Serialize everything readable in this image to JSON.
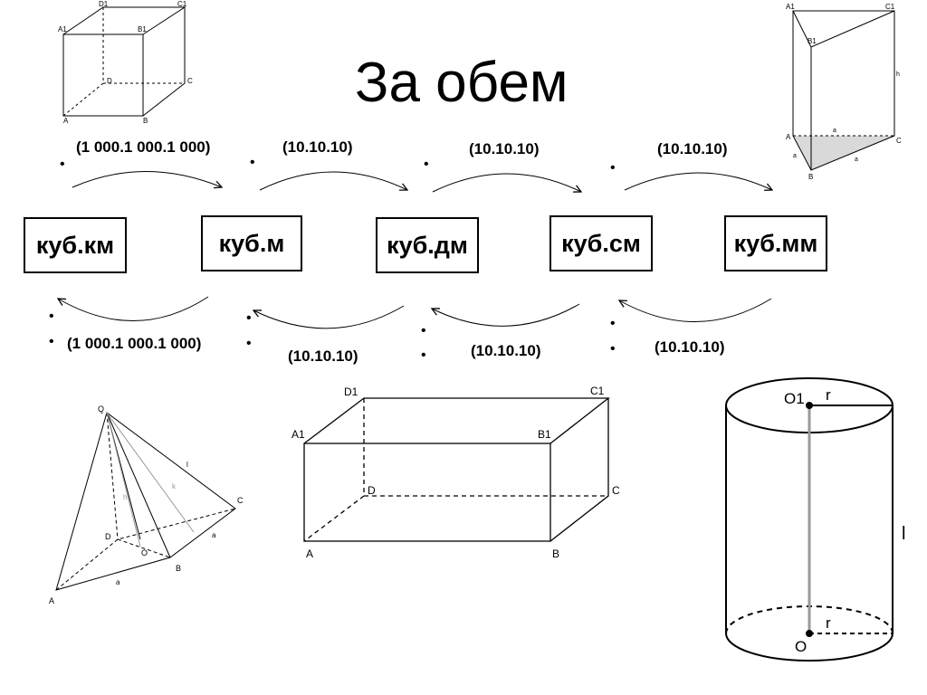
{
  "title": "За обем",
  "units": [
    "куб.км",
    "куб.м",
    "куб.дм",
    "куб.см",
    "куб.мм"
  ],
  "forward_labels": [
    "(1 000.1 000.1 000)",
    "(10.10.10)",
    "(10.10.10)",
    "(10.10.10)"
  ],
  "backward_labels": [
    "(1 000.1 000.1 000)",
    "(10.10.10)",
    "(10.10.10)",
    "(10.10.10)"
  ],
  "cube": {
    "vertices": [
      "A",
      "B",
      "C",
      "D",
      "A1",
      "B1",
      "C1",
      "D1"
    ]
  },
  "prism": {
    "vertices": [
      "A1",
      "B1",
      "C1",
      "A",
      "B",
      "C"
    ],
    "edge_labels": [
      "a",
      "a",
      "a",
      "h"
    ]
  },
  "pyramid": {
    "vertices": [
      "Q",
      "A",
      "B",
      "C",
      "D",
      "O"
    ],
    "edge_labels": [
      "h",
      "k",
      "l",
      "a",
      "a"
    ]
  },
  "parallelepiped": {
    "vertices": [
      "A",
      "B",
      "C",
      "D",
      "A1",
      "B1",
      "C1",
      "D1"
    ]
  },
  "cylinder": {
    "centers": [
      "O",
      "O1"
    ],
    "radius_label": "r",
    "height_label": "l"
  }
}
